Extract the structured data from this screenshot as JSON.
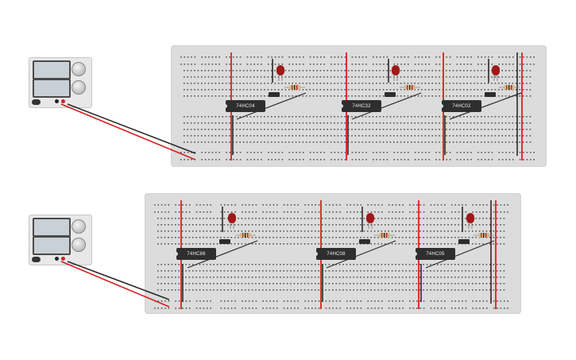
{
  "boards": [
    {
      "chips": [
        "74HC04",
        "74HC32",
        "74HC02"
      ]
    },
    {
      "chips": [
        "74HC86",
        "74HC08",
        "74HC05"
      ]
    }
  ],
  "colors": {
    "board": "#dcdcdc",
    "hole": "#555555",
    "rail_red": "#e03030",
    "wire_black": "#2a2a2a",
    "wire_red": "#d42020",
    "chip": "#2e2e2e",
    "led": "#a01818",
    "lcd": "#c9d0d6"
  },
  "icons": {
    "power_supply": "bench-power-supply-icon",
    "led": "led-icon",
    "resistor": "resistor-icon",
    "button": "push-button-icon"
  }
}
